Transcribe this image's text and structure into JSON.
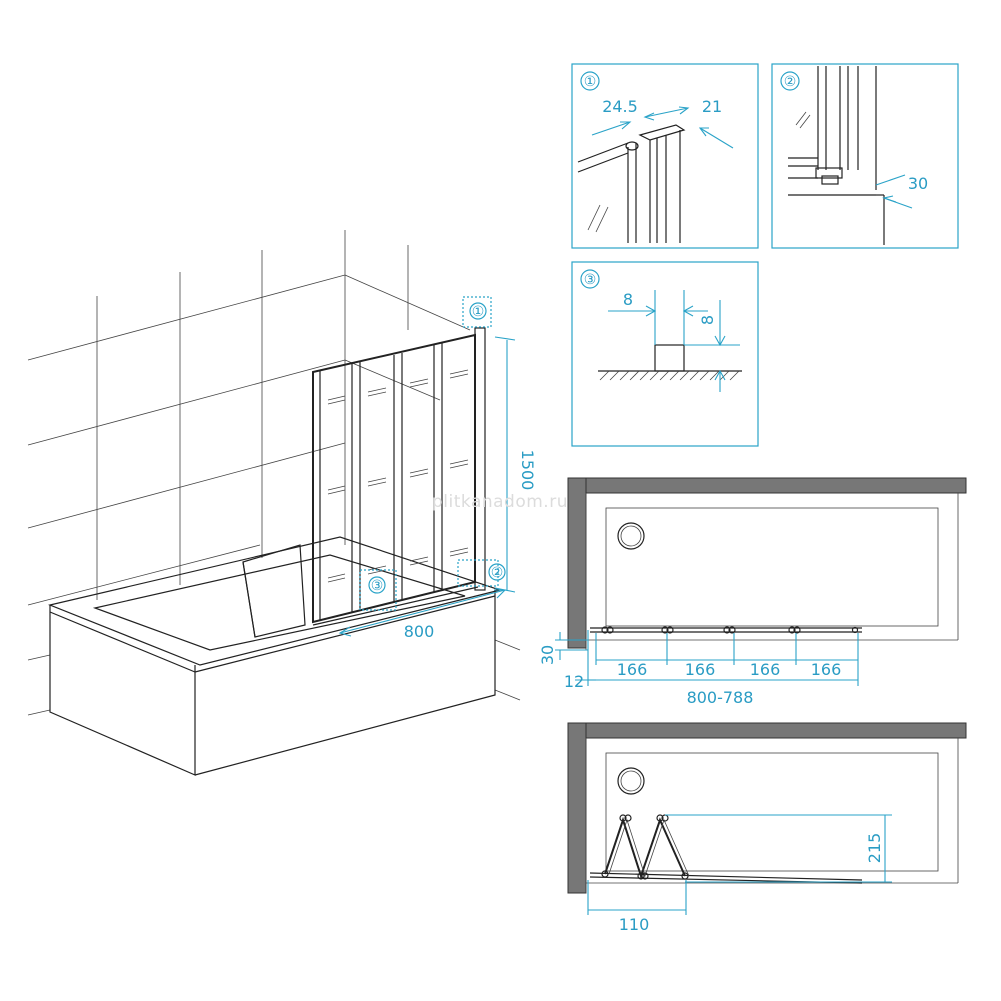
{
  "watermark": "plitkanadom.ru",
  "main": {
    "width_label": "800",
    "height_label": "1500",
    "callouts": [
      "①",
      "②",
      "③"
    ]
  },
  "detail1": {
    "number": "①",
    "dim_left": "24.5",
    "dim_right": "21"
  },
  "detail2": {
    "number": "②",
    "dim": "30"
  },
  "detail3": {
    "number": "③",
    "dim_h": "8",
    "dim_v": "8"
  },
  "plan_top": {
    "dim_30": "30",
    "dim_12": "12",
    "segments": [
      "166",
      "166",
      "166",
      "166"
    ],
    "total": "800-788"
  },
  "plan_bottom": {
    "dim_215": "215",
    "dim_110": "110"
  },
  "colors": {
    "dimension": "#2aa3c8",
    "line": "#222222",
    "wall": "#777777"
  }
}
